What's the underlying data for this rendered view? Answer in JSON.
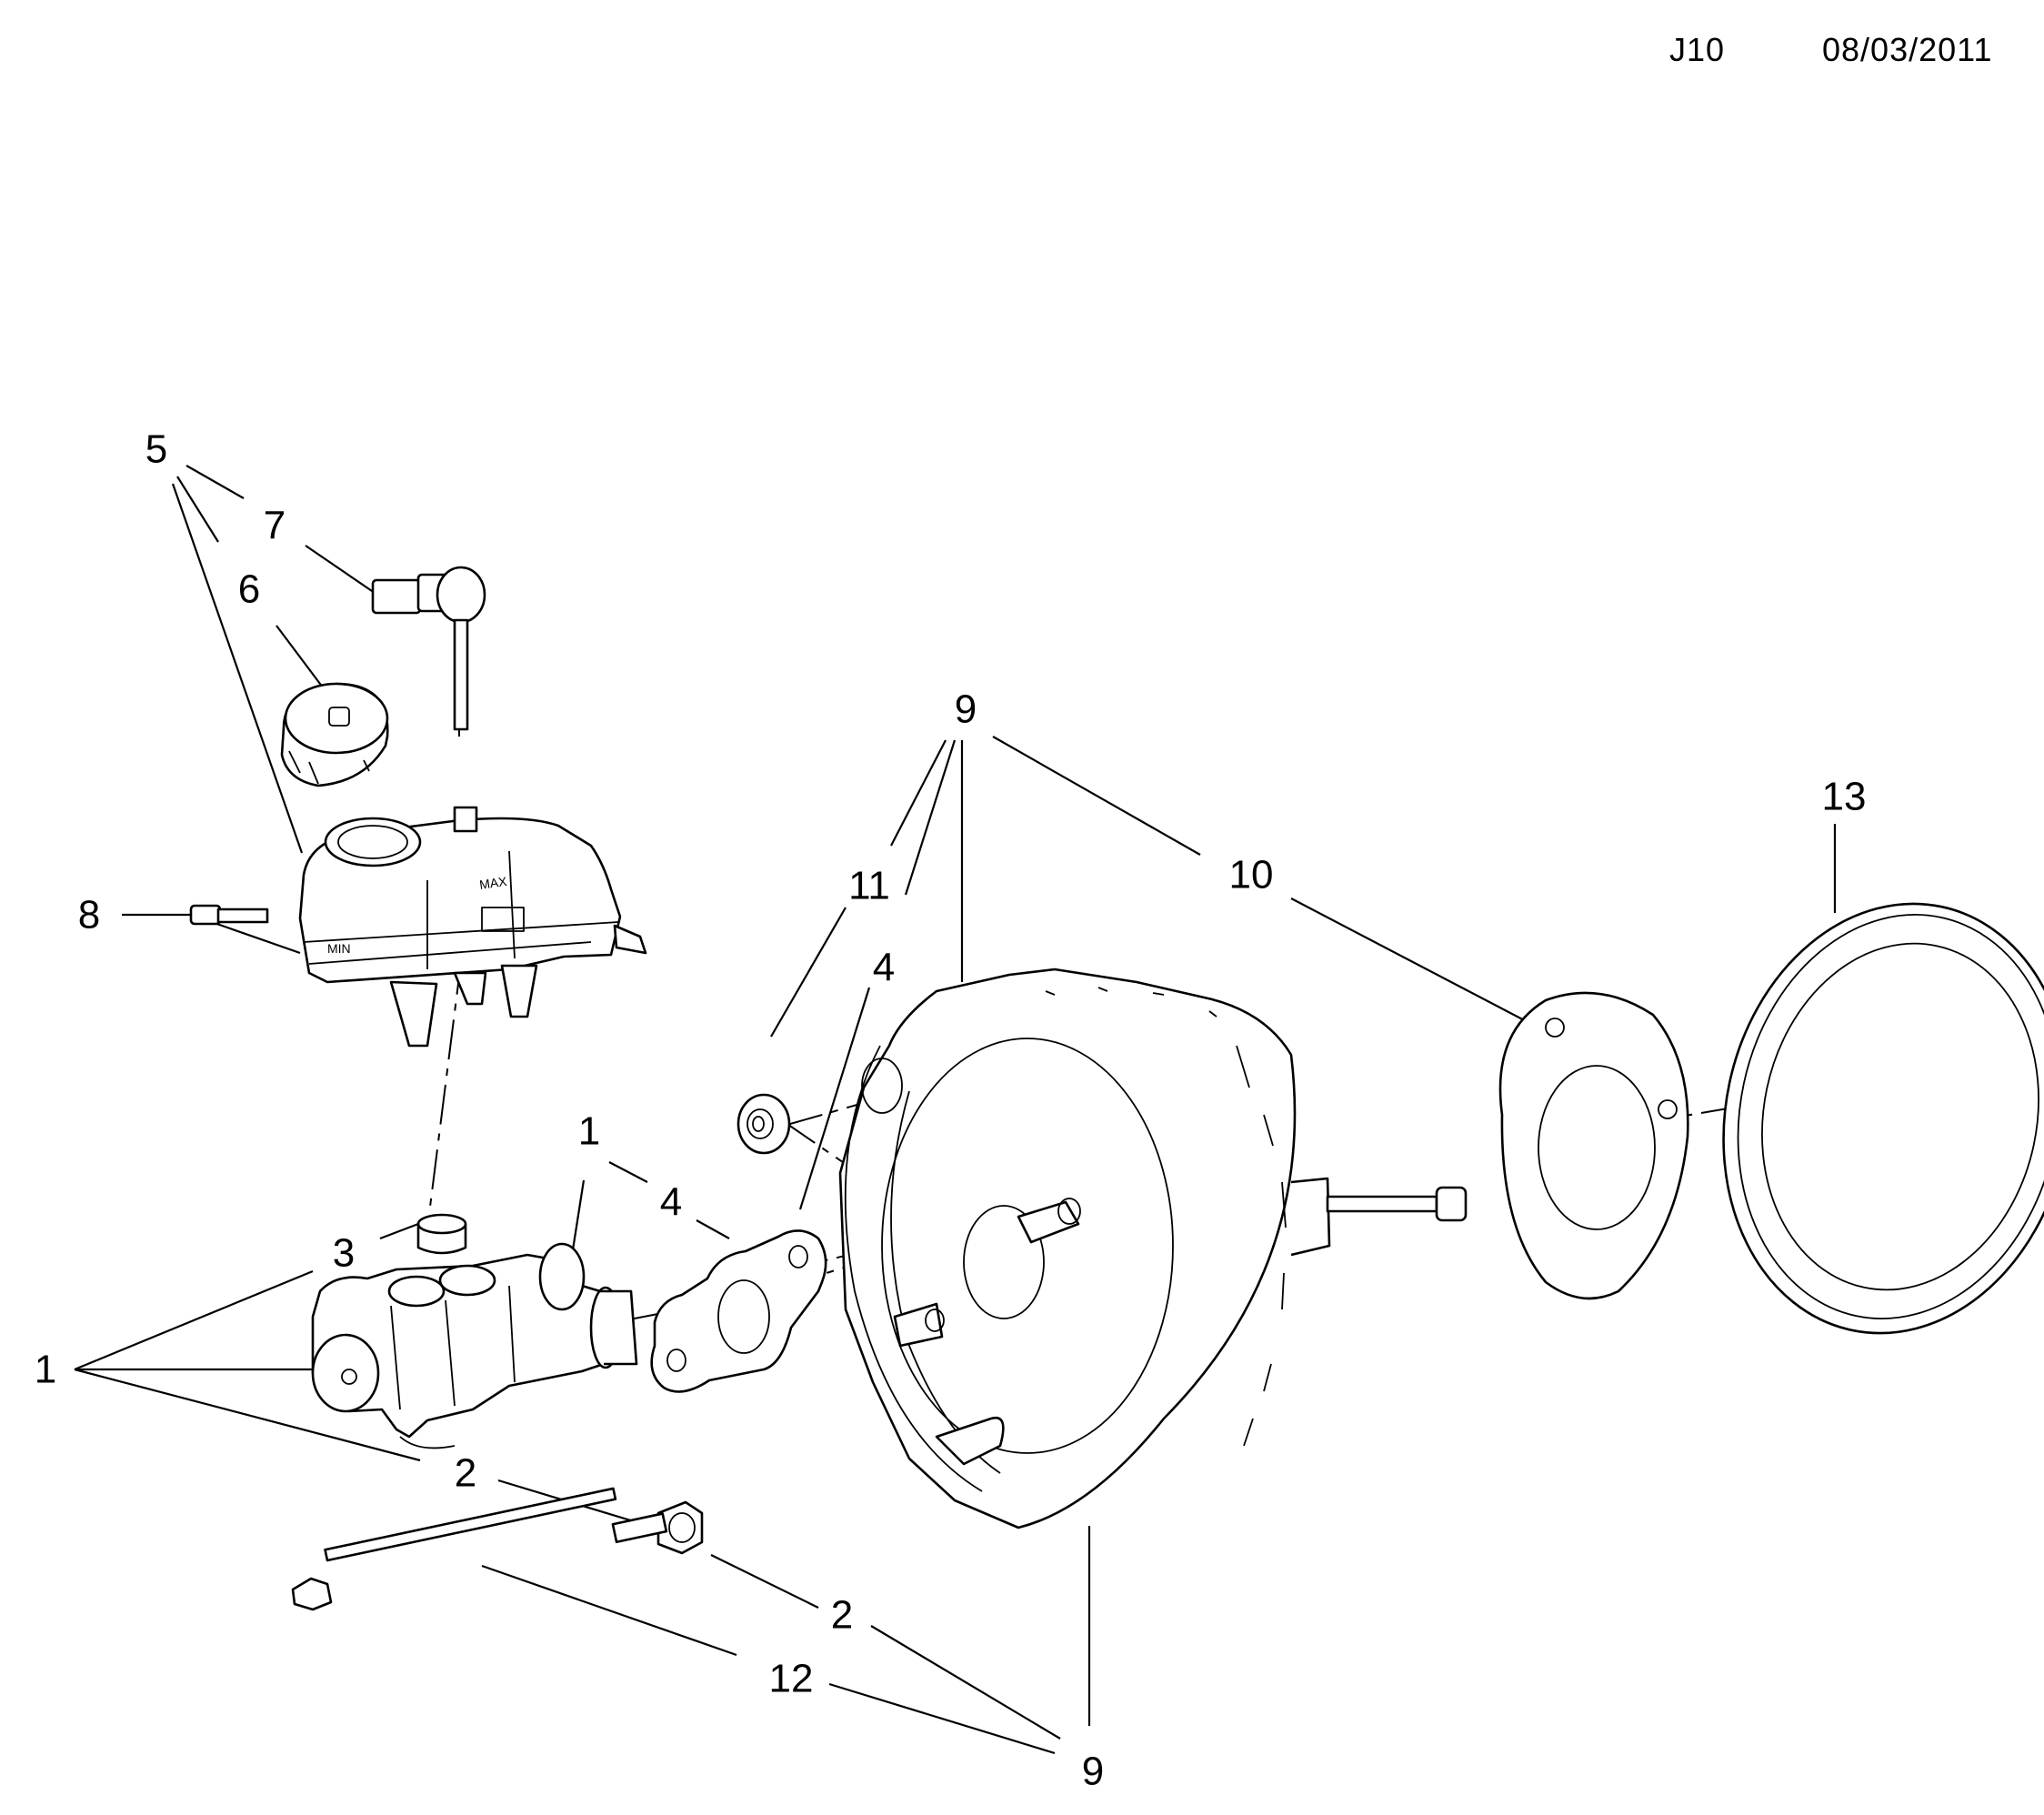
{
  "header": {
    "ref": "J10",
    "date": "08/03/2011"
  },
  "callouts": {
    "c1a": "1",
    "c1b": "1",
    "c2a": "2",
    "c2b": "2",
    "c3": "3",
    "c4a": "4",
    "c4b": "4",
    "c5": "5",
    "c6": "6",
    "c7": "7",
    "c8": "8",
    "c9a": "9",
    "c9b": "9",
    "c10": "10",
    "c11": "11",
    "c12": "12",
    "c13": "13"
  },
  "reservoir_marks": {
    "max": "MAX",
    "min": "MIN"
  }
}
